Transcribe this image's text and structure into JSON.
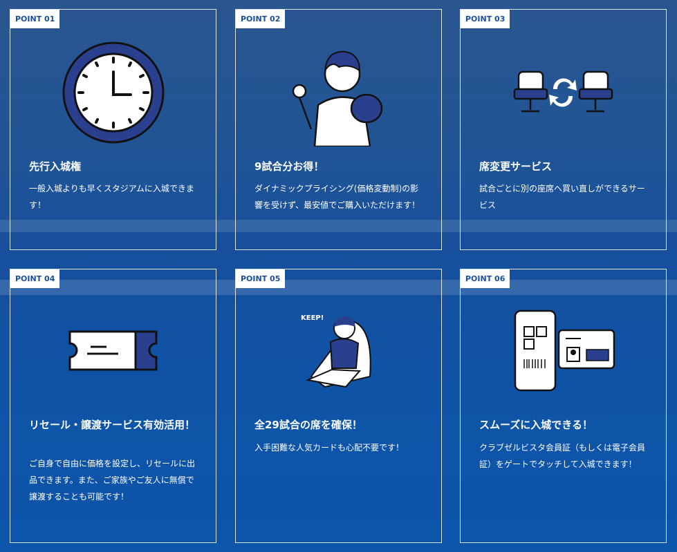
{
  "points": [
    {
      "tag": "POINT 01",
      "title": "先行入城権",
      "body": "一般入城よりも早くスタジアムに入城できます！",
      "icon": "clock-icon"
    },
    {
      "tag": "POINT 02",
      "title": "9試合分お得！",
      "body": "ダイナミックプライシング(価格変動制)の影響を受けず、最安値でご購入いただけます！",
      "icon": "person-wallet-icon"
    },
    {
      "tag": "POINT 03",
      "title": "席変更サービス",
      "body": "試合ごとに別の座席へ買い直しができるサービス",
      "icon": "seat-swap-icon"
    },
    {
      "tag": "POINT 04",
      "title": "リセール・譲渡サービス有効活用！",
      "body": "ご自身で自由に価格を設定し、リセールに出品できます。また、ご家族やご友人に無償で譲渡することも可能です！",
      "icon": "ticket-icon"
    },
    {
      "tag": "POINT 05",
      "title": "全29試合の席を確保！",
      "body": "入手困難な人気カードも心配不要です！",
      "icon": "seated-boy-icon",
      "icon_text": "KEEP!"
    },
    {
      "tag": "POINT 06",
      "title": "スムーズに入城できる！",
      "body": "クラブゼルビスタ会員証（もしくは電子会員証）をゲートでタッチして入城できます！",
      "icon": "phone-membercard-icon"
    }
  ],
  "colors": {
    "accent": "#1a4f9c",
    "navy": "#2b3f8f"
  }
}
